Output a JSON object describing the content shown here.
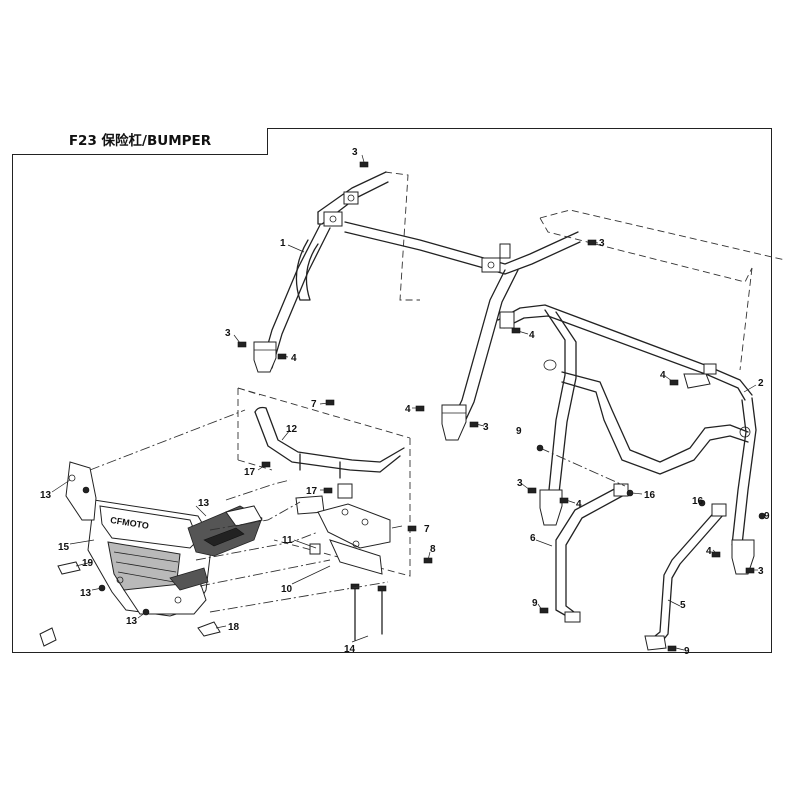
{
  "header": {
    "title": "F23 保险杠/BUMPER"
  },
  "diagram": {
    "brand_text": "CFMOTO",
    "callouts": [
      "1",
      "2",
      "3",
      "4",
      "5",
      "6",
      "7",
      "8",
      "9",
      "10",
      "11",
      "12",
      "13",
      "14",
      "15",
      "16",
      "17",
      "18",
      "19"
    ]
  }
}
